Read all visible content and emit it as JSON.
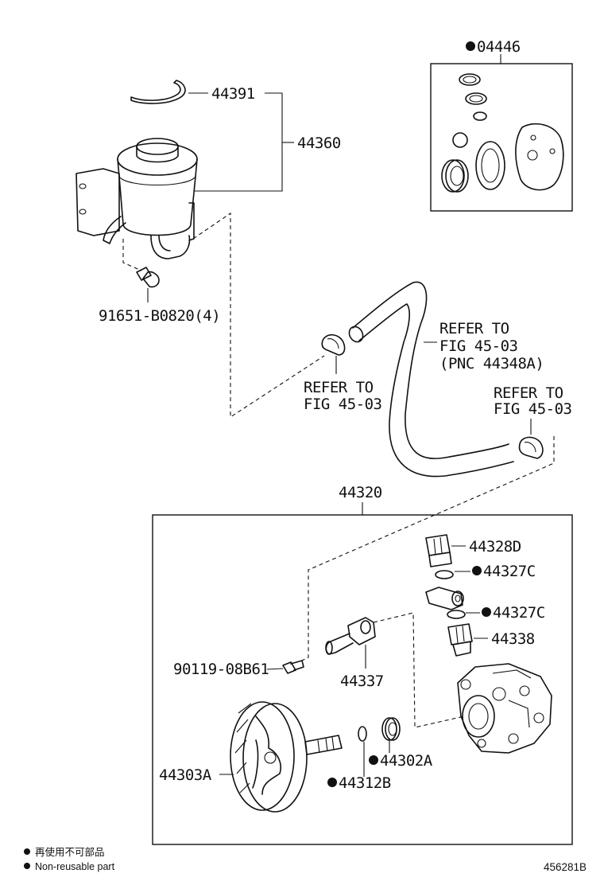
{
  "labels": {
    "kit_04446": "04446",
    "p44391": "44391",
    "p44360": "44360",
    "bolt_91651": "91651-B0820(4)",
    "refer_hose_l1": "REFER TO",
    "refer_hose_l2": "FIG 45-03",
    "refer_hose_l3": "(PNC 44348A)",
    "refer_clamp1_l1": "REFER TO",
    "refer_clamp1_l2": "FIG 45-03",
    "refer_clamp2_l1": "REFER TO",
    "refer_clamp2_l2": "FIG 45-03",
    "p44320": "44320",
    "p44328D": "44328D",
    "p44327C_a": "44327C",
    "p44327C_b": "44327C",
    "p44338": "44338",
    "bolt_90119": "90119-08B61",
    "p44337": "44337",
    "p44303A": "44303A",
    "p44302A": "44302A",
    "p44312B": "44312B"
  },
  "legend": {
    "line1": "再使用不可部品",
    "line2": "Non-reusable part"
  },
  "figure_number": "456281B"
}
